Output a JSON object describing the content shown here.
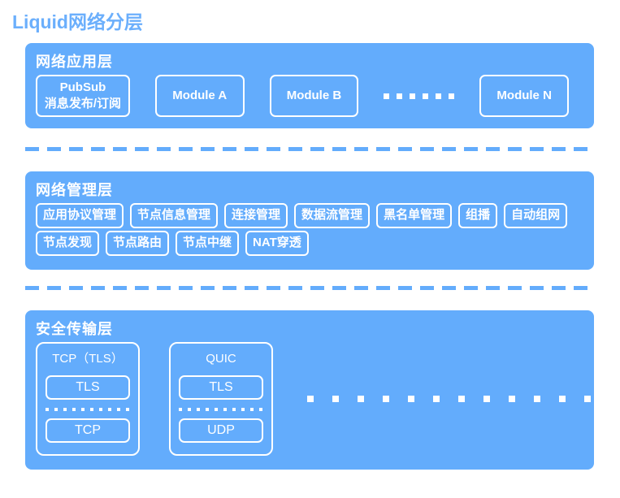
{
  "page": {
    "title": "Liquid网络分层",
    "accent_color": "#63ACFC",
    "title_color": "#6BAFFC",
    "box_border_color": "#FFFFFF",
    "background_color": "#FFFFFF"
  },
  "layers": [
    {
      "id": "application",
      "title": "网络应用层",
      "modules": [
        {
          "name": "pubsub",
          "line1": "PubSub",
          "line2": "消息发布/订阅"
        },
        {
          "name": "module-a",
          "line1": "Module A",
          "line2": ""
        },
        {
          "name": "module-b",
          "line1": "Module B",
          "line2": ""
        },
        {
          "name": "module-n",
          "line1": "Module N",
          "line2": ""
        }
      ],
      "ellipsis_dots": 6
    },
    {
      "id": "management",
      "title": "网络管理层",
      "tag_rows": [
        [
          "应用协议管理",
          "节点信息管理",
          "连接管理",
          "数据流管理",
          "黑名单管理",
          "组播",
          "自动组网"
        ],
        [
          "节点发现",
          "节点路由",
          "节点中继",
          "NAT穿透"
        ]
      ]
    },
    {
      "id": "transport",
      "title": "安全传输层",
      "stacks": [
        {
          "name": "tcp-tls",
          "title": "TCP（TLS）",
          "top": "TLS",
          "bottom": "TCP"
        },
        {
          "name": "quic",
          "title": "QUIC",
          "top": "TLS",
          "bottom": "UDP"
        }
      ],
      "ellipsis_dots": 12
    }
  ]
}
